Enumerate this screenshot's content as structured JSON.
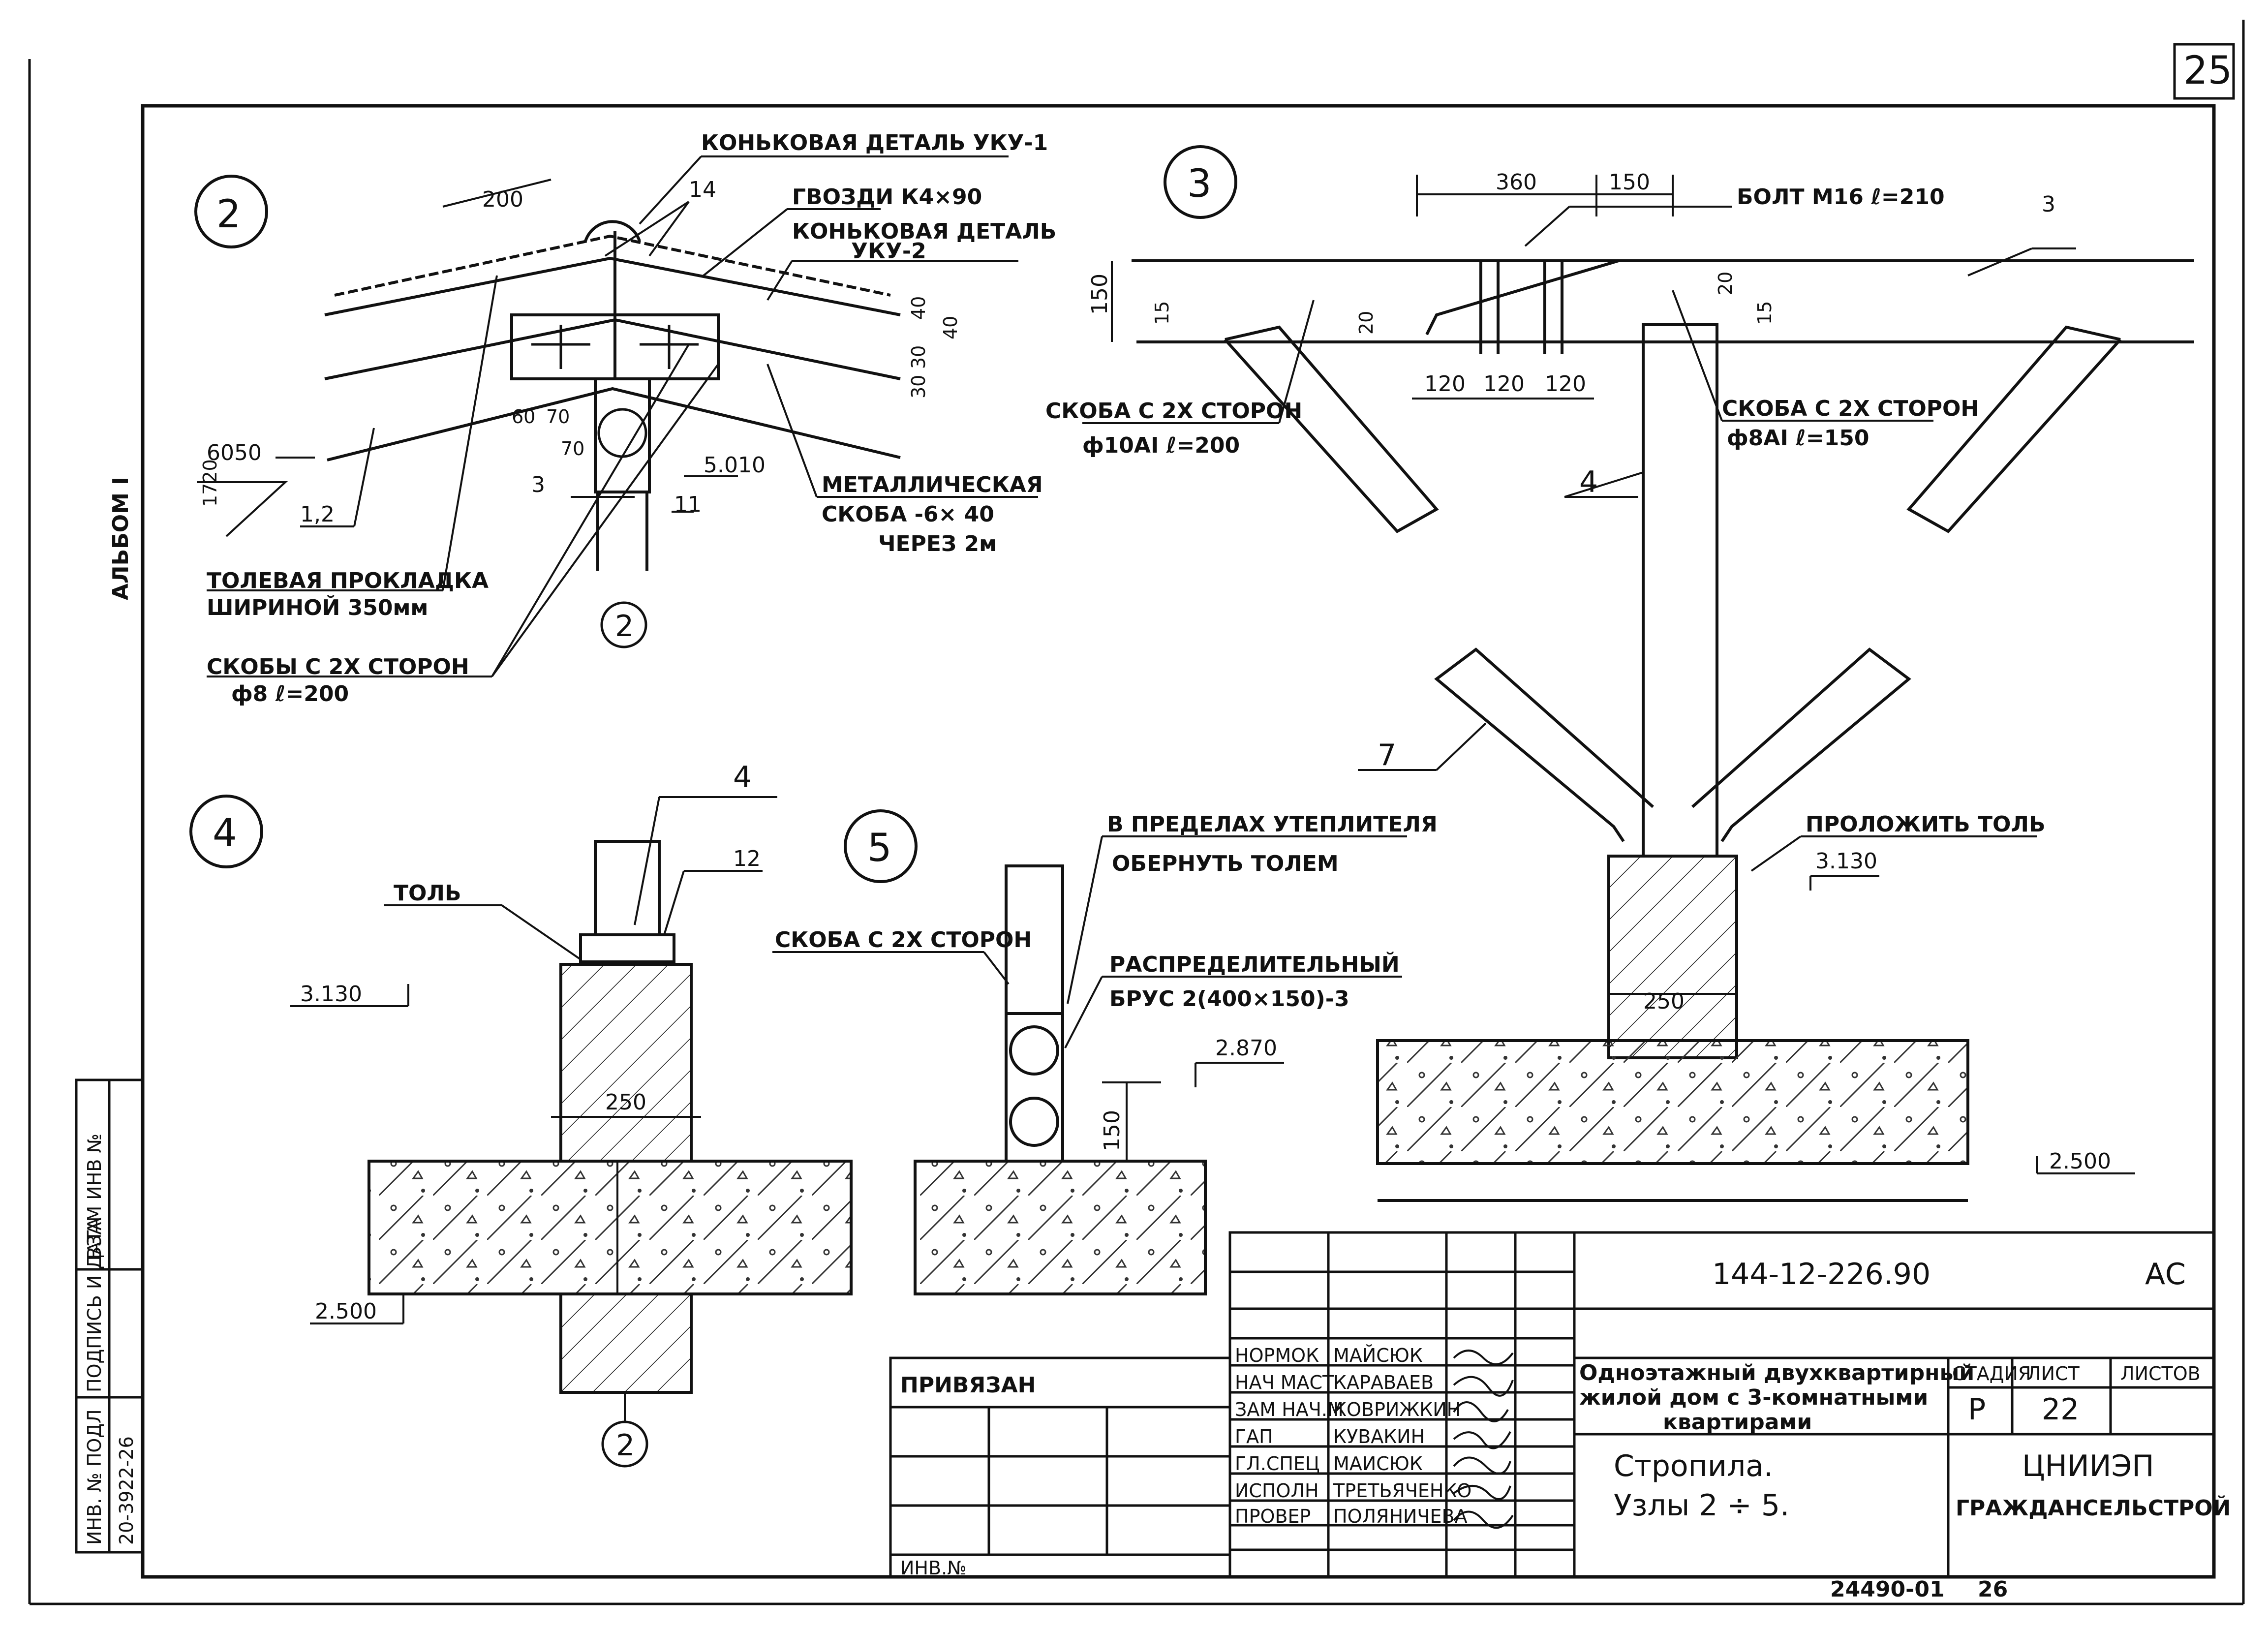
{
  "sheet": {
    "page_number": "25",
    "album": "АЛЬБОМ I",
    "bottom_code": "24490-01",
    "bottom_page": "26"
  },
  "node2": {
    "number": "2",
    "ridge_detail_1": "КОНЬКОВАЯ ДЕТАЛЬ УКУ-1",
    "nails": "ГВОЗДИ К4×90",
    "ridge_detail_2_line1": "КОНЬКОВАЯ ДЕТАЛЬ",
    "ridge_detail_2_line2": "УКУ-2",
    "dim_200": "200",
    "label_14": "14",
    "dim_6050": "6050",
    "dim_1720": "1720",
    "label_12": "1,2",
    "dim_60": "60",
    "dim_70a": "70",
    "dim_70b": "70",
    "label_3": "3",
    "label_11": "11",
    "mark_5010": "5.010",
    "dim_40a": "40",
    "dim_40b": "40",
    "dim_30a": "30",
    "dim_30b": "30",
    "metal_line1": "МЕТАЛЛИЧЕСКАЯ",
    "metal_line2": "СКОБА -6× 40",
    "metal_line3": "ЧЕРЕЗ 2м",
    "felt_line1": "ТОЛЕВАЯ ПРОКЛАДКА",
    "felt_line2": "ШИРИНОЙ 350мм",
    "staples_line1": "СКОБЫ С 2Х СТОРОН",
    "staples_line2": "ф8  ℓ=200",
    "ref": "2"
  },
  "node3": {
    "number": "3",
    "dim_360": "360",
    "dim_150": "150",
    "bolt": "БОЛТ М16 ℓ=210",
    "label_3": "3",
    "dim_150v": "150",
    "dim_15a": "15",
    "dim_20a": "20",
    "dim_20b": "20",
    "dim_15b": "15",
    "dim_120a": "120",
    "dim_120b": "120",
    "dim_120c": "120",
    "staple_left_line1": "СКОБА С 2Х СТОРОН",
    "staple_left_line2": "ф10АI  ℓ=200",
    "staple_right_line1": "СКОБА С 2Х СТОРОН",
    "staple_right_line2": "ф8АI  ℓ=150",
    "label_4": "4",
    "label_7": "7",
    "lay_felt": "ПРОЛОЖИТЬ ТОЛЬ",
    "mark_3130": "3.130",
    "dim_250": "250",
    "mark_2500": "2.500"
  },
  "node4": {
    "number": "4",
    "label_4": "4",
    "label_12": "12",
    "felt": "ТОЛЬ",
    "mark_3130": "3.130",
    "dim_250": "250",
    "mark_2500": "2.500",
    "ref": "2"
  },
  "node5": {
    "number": "5",
    "insul_line1": "В ПРЕДЕЛАХ УТЕПЛИТЕЛЯ",
    "insul_line2": "ОБЕРНУТЬ ТОЛЕМ",
    "staple": "СКОБА С 2Х СТОРОН",
    "beam_line1": "РАСПРЕДЕЛИТЕЛЬНЫЙ",
    "beam_line2": "БРУС 2(400×150)-3",
    "mark_2870": "2.870",
    "dim_150": "150"
  },
  "stamp": {
    "code": "144-12-226.90",
    "stage_mark": "АС",
    "tied": "ПРИВЯЗАН",
    "inv": "ИНВ.№",
    "roles": [
      "НОРМОК",
      "НАЧ МАСТ",
      "ЗАМ НАЧ.М",
      "ГАП",
      "ГЛ.СПЕЦ",
      "ИСПОЛН",
      "ПРОВЕР"
    ],
    "names": [
      "МАЙСЮК",
      "КАРАВАЕВ",
      "КОВРИЖКИН",
      "КУВАКИН",
      "МАИСЮК",
      "ТРЕТЬЯЧЕНКО",
      "ПОЛЯНИЧЕВА"
    ],
    "project_line1": "Одноэтажный двухквартирный",
    "project_line2": "жилой дом с 3-комнатными",
    "project_line3": "квартирами",
    "sheet_line1": "Стропила.",
    "sheet_line2": "Узлы  2 ÷ 5.",
    "stage_header": "СТАДИЯ",
    "sheet_header": "ЛИСТ",
    "sheets_header": "ЛИСТОВ",
    "stage": "Р",
    "sheet_no": "22",
    "org_line1": "ЦНИИЭП",
    "org_line2": "ГРАЖДАНСЕЛЬСТРОЙ"
  },
  "side_stamp": {
    "inv_orig": "ИНВ. № ПОДЛ",
    "signature": "ПОДПИСЬ И ДАТА",
    "replace": "ВЗАМ ИНВ №",
    "inv_number": "20-3922-26"
  }
}
